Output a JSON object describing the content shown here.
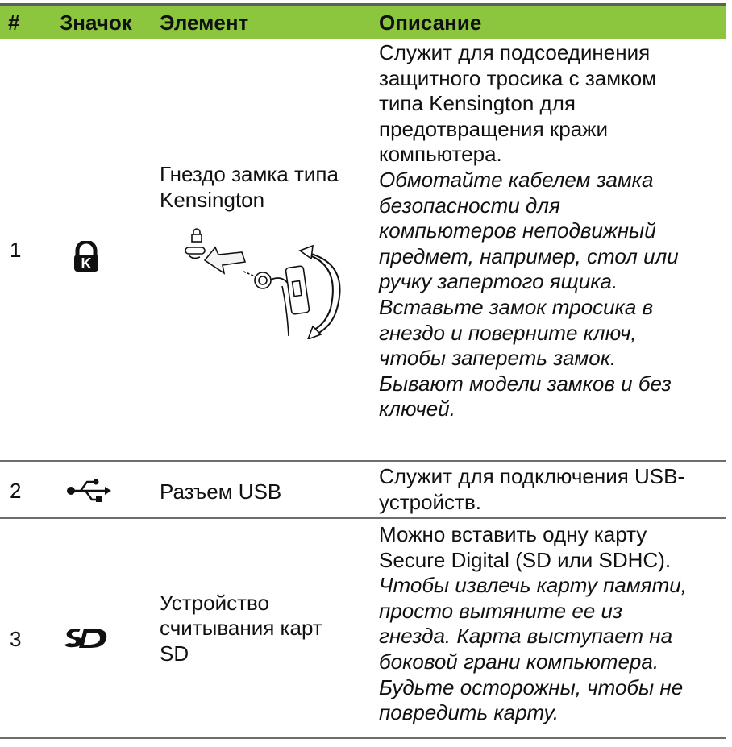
{
  "table": {
    "headers": {
      "num": "#",
      "icon": "Значок",
      "element": "Элемент",
      "description": "Описание"
    },
    "rows": [
      {
        "num": "1",
        "icon": "kensington-lock-icon",
        "element_lines": [
          "Гнездо замка типа",
          "Kensington"
        ],
        "illustration": "kensington-lock-illustration",
        "desc_normal_lines": [
          "Служит для подсоединения",
          "защитного тросика с замком",
          "типа Kensington для",
          "предотвращения кражи",
          "компьютера."
        ],
        "desc_italic_lines": [
          "Обмотайте кабелем замка",
          "безопасности для",
          "компьютеров неподвижный",
          "предмет, например, стол или",
          "ручку запертого ящика.",
          "Вставьте замок тросика в",
          "гнездо и поверните ключ,",
          "чтобы запереть замок.",
          "Бывают модели замков и без",
          "ключей."
        ]
      },
      {
        "num": "2",
        "icon": "usb-icon",
        "element_lines": [
          "Разъем USB"
        ],
        "desc_normal_lines": [
          "Служит для подключения USB-",
          "устройств."
        ],
        "desc_italic_lines": []
      },
      {
        "num": "3",
        "icon": "sd-card-icon",
        "element_lines": [
          "Устройство",
          "считывания карт",
          "SD"
        ],
        "desc_normal_lines": [
          "Можно вставить одну карту",
          "Secure Digital (SD или SDHC)."
        ],
        "desc_italic_lines": [
          "Чтобы извлечь карту памяти,",
          "просто вытяните ее из",
          "гнезда. Карта выступает на",
          "боковой грани компьютера.",
          "Будьте осторожны, чтобы не",
          "повредить карту."
        ]
      }
    ]
  },
  "colors": {
    "header_bg": "#8cc63f",
    "rule": "#6d6d6d",
    "text": "#111111"
  }
}
